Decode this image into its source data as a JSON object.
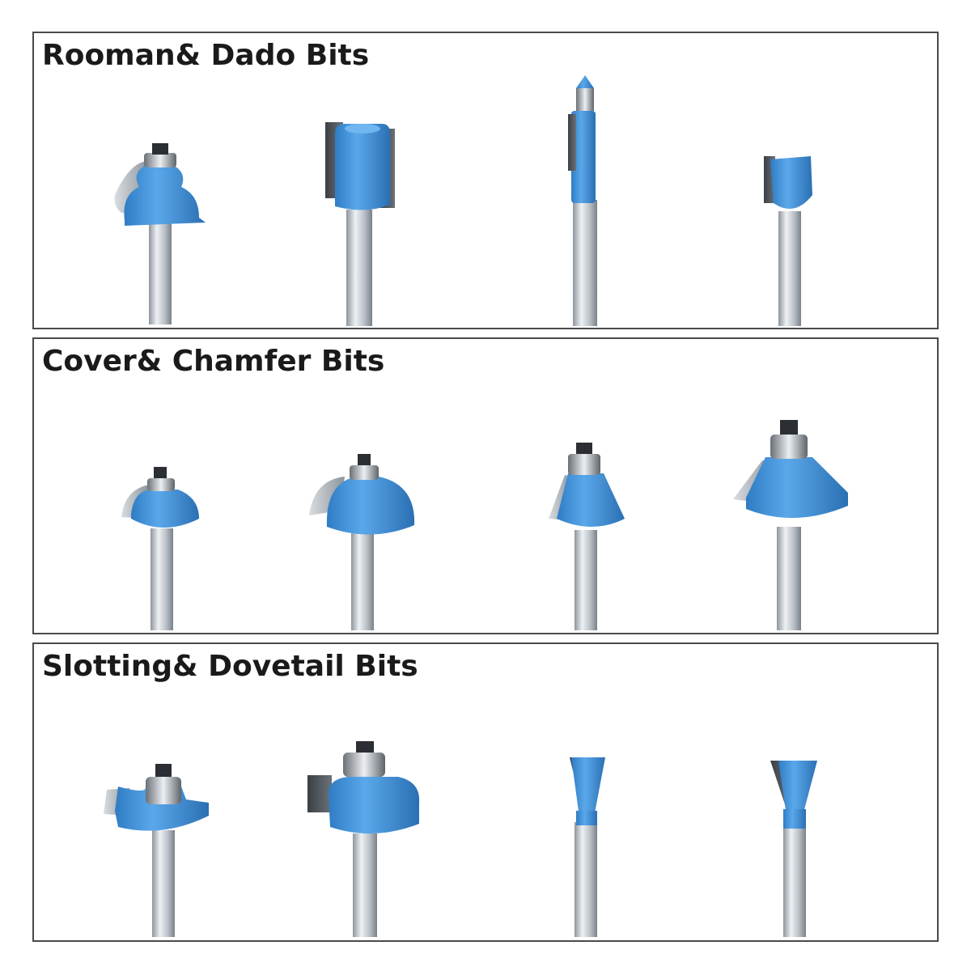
{
  "sections": [
    {
      "title": "Rooman& Dado Bits",
      "bits": [
        "roman-ogee-bit",
        "straight-bit",
        "flush-trim-bit",
        "small-straight-bit"
      ]
    },
    {
      "title": "Cover& Chamfer Bits",
      "bits": [
        "small-round-over-bit",
        "large-round-over-bit",
        "chamfer-bit",
        "wide-chamfer-bit"
      ]
    },
    {
      "title": "Slotting& Dovetail Bits",
      "bits": [
        "slotting-cutter-bit",
        "rabbeting-bit",
        "small-dovetail-bit",
        "large-dovetail-bit"
      ]
    }
  ],
  "colors": {
    "body_blue": "#3f8fd6",
    "blade_steel": "#b9c0c8",
    "shank_steel": "#c8ced4",
    "border": "#4a4a4a"
  }
}
